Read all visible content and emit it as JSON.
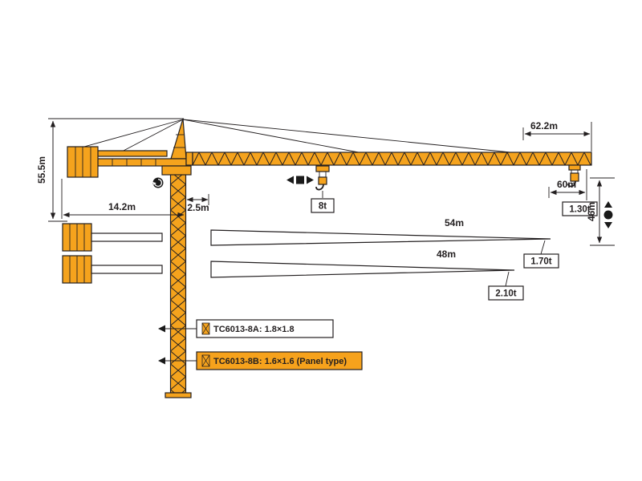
{
  "diagram": {
    "labels": {
      "total_length": "62.2m",
      "tower_height": "55.5m",
      "counter_radius": "14.2m",
      "offset": "2.5m",
      "max_load": "8t",
      "radius_60": "60m",
      "load_at_60": "1.30t",
      "hook_height": "46m",
      "jib54": "54m",
      "load54": "1.70t",
      "jib48": "48m",
      "load48": "2.10t"
    },
    "models": {
      "a": "TC6013-8A: 1.8×1.8",
      "b": "TC6013-8B: 1.6×1.6  (Panel type)"
    },
    "icons": {
      "slewing-rotation-icon": "black circle with curved white arrow",
      "trolley-travel-icon": "left-right arrows with black square",
      "hook-travel-icon": "up-down arrows with black circle",
      "crane-icon": "small orange mast section with cross bracing"
    },
    "colors": {
      "crane_orange": "#F5A31D",
      "outline": "#231F20",
      "background": "#FFFFFF",
      "model_b_box": "#F6A21C"
    }
  }
}
